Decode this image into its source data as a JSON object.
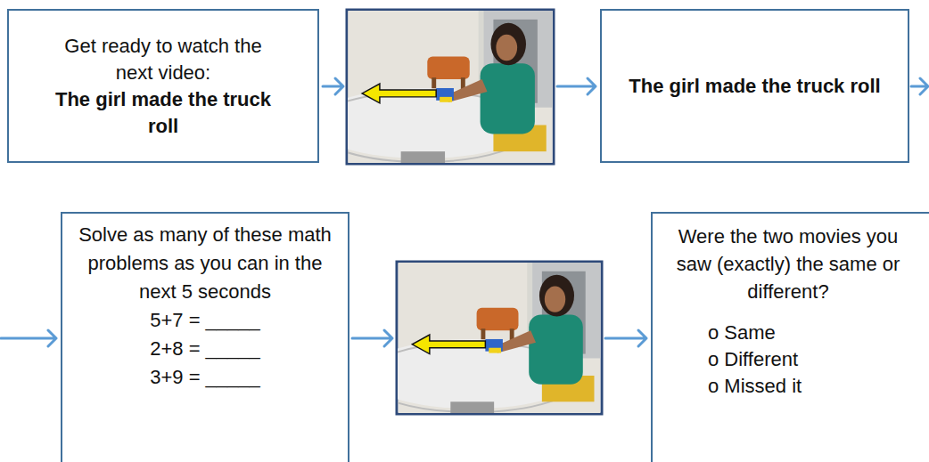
{
  "diagram": {
    "nodes": [
      {
        "text": [
          "Get ready to watch the next video:",
          "The girl made the truck roll"
        ]
      },
      {
        "text": [
          "The girl made the truck roll"
        ]
      },
      {
        "text": [
          "Solve as many of these math problems as you can in the next 5 seconds",
          "5+7 = _____",
          "2+8 = _____",
          "3+9 = _____"
        ]
      },
      {
        "text": [
          "Were the two movies you saw (exactly) the same or different?",
          "o Same",
          "o Different",
          "o Missed it"
        ]
      }
    ]
  }
}
